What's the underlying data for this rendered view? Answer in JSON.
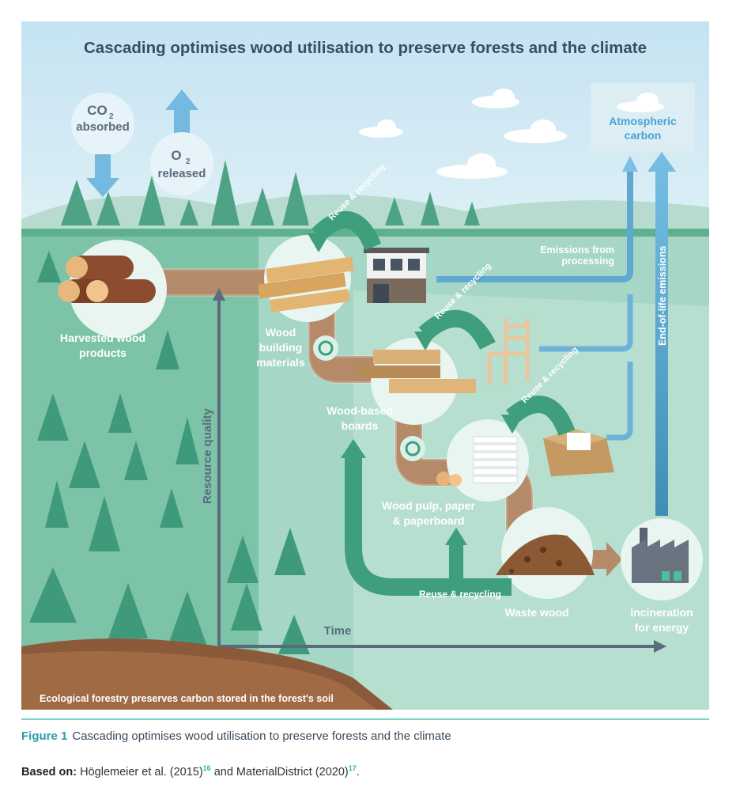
{
  "title": "Cascading optimises wood utilisation to preserve forests and the climate",
  "labels": {
    "co2_main": "CO",
    "co2_sub": "2",
    "co2_word": "absorbed",
    "o2_main": "O",
    "o2_sub": "2",
    "o2_word": "released",
    "atmospheric_1": "Atmospheric",
    "atmospheric_2": "carbon",
    "harvested_1": "Harvested wood",
    "harvested_2": "products",
    "building_1": "Wood",
    "building_2": "building",
    "building_3": "materials",
    "boards_1": "Wood-based",
    "boards_2": "boards",
    "pulp_1": "Wood pulp, paper",
    "pulp_2": "& paperboard",
    "waste": "Waste wood",
    "incineration_1": "Incineration",
    "incineration_2": "for energy",
    "emissions_1": "Emissions from",
    "emissions_2": "processing",
    "end_of_life": "End-of-life emissions",
    "reuse_1": "Reuse & recycling",
    "reuse_2": "Reuse & recycling",
    "reuse_3": "Reuse & recycling",
    "reuse_bottom": "Reuse & recycling",
    "resource_quality": "Resource quality",
    "time": "Time",
    "soil": "Ecological forestry preserves carbon stored in the forest's soil"
  },
  "colors": {
    "sky": "#cfe8f3",
    "grass": "#6fb99e",
    "forest_floor": "#7cc3a8",
    "wood_path": "#b58a68",
    "arrow_green": "#3f9e7c",
    "arrow_blue": "#5aa9d6",
    "axis_gray": "#5b6b7c",
    "soil": "#8a5a3b"
  },
  "caption": {
    "figure": "Figure 1",
    "text": "Cascading optimises wood utilisation to preserve forests and the climate"
  },
  "source": {
    "label": "Based on:",
    "text1": " Höglemeier et al. (2015)",
    "ref1": "16",
    "text2": " and MaterialDistrict (2020)",
    "ref2": "17",
    "end": "."
  }
}
